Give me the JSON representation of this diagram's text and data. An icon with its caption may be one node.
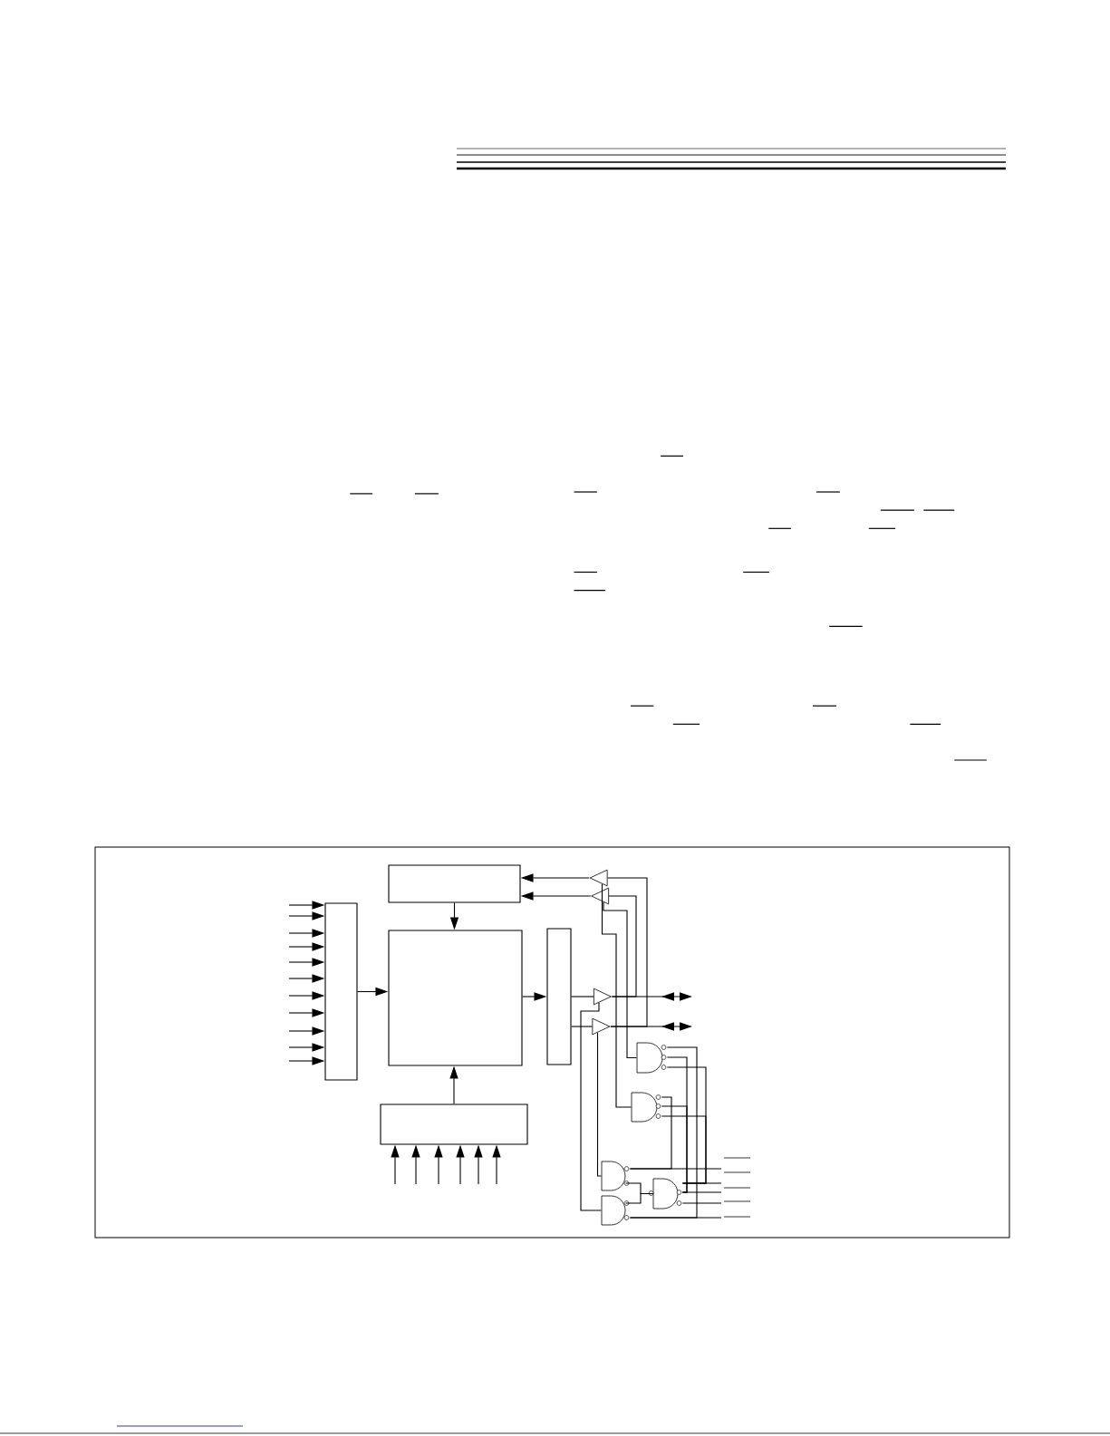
{
  "diagram": {
    "nodes": [
      {
        "text": [],
        "shape": "box"
      },
      {
        "text": [],
        "shape": "box"
      },
      {
        "text": [],
        "shape": "box"
      },
      {
        "text": [],
        "shape": "box"
      },
      {
        "text": [],
        "shape": "box"
      },
      {
        "text": [],
        "shape": "triangle"
      },
      {
        "text": [],
        "shape": "triangle"
      },
      {
        "text": [],
        "shape": "triangle"
      },
      {
        "text": [],
        "shape": "triangle"
      },
      {
        "text": [],
        "shape": "gate"
      },
      {
        "text": [],
        "shape": "gate"
      },
      {
        "text": [],
        "shape": "gate"
      },
      {
        "text": [],
        "shape": "gate"
      },
      {
        "text": [],
        "shape": "gate"
      }
    ],
    "edges": [
      {
        "from": null,
        "to": 1,
        "arrow": "to"
      },
      {
        "from": null,
        "to": 1,
        "arrow": "to"
      },
      {
        "from": null,
        "to": 1,
        "arrow": "to"
      },
      {
        "from": null,
        "to": 1,
        "arrow": "to"
      },
      {
        "from": null,
        "to": 1,
        "arrow": "to"
      },
      {
        "from": null,
        "to": 1,
        "arrow": "to"
      },
      {
        "from": null,
        "to": 1,
        "arrow": "to"
      },
      {
        "from": null,
        "to": 1,
        "arrow": "to"
      },
      {
        "from": null,
        "to": 1,
        "arrow": "to"
      },
      {
        "from": null,
        "to": 1,
        "arrow": "to"
      },
      {
        "from": null,
        "to": 1,
        "arrow": "to"
      },
      {
        "from": 1,
        "to": 2,
        "arrow": "to"
      },
      {
        "from": 0,
        "to": 2,
        "arrow": "to"
      },
      {
        "from": null,
        "to": 4,
        "arrow": "to"
      },
      {
        "from": null,
        "to": 4,
        "arrow": "to"
      },
      {
        "from": null,
        "to": 4,
        "arrow": "to"
      },
      {
        "from": null,
        "to": 4,
        "arrow": "to"
      },
      {
        "from": null,
        "to": 4,
        "arrow": "to"
      },
      {
        "from": null,
        "to": 4,
        "arrow": "to"
      },
      {
        "from": 4,
        "to": 2,
        "arrow": "to"
      },
      {
        "from": 2,
        "to": 3,
        "arrow": "to"
      },
      {
        "from": 3,
        "to": 7,
        "arrow": "none"
      },
      {
        "from": 3,
        "to": 8,
        "arrow": "none"
      },
      {
        "from": 5,
        "to": 0,
        "arrow": "to"
      },
      {
        "from": 6,
        "to": 0,
        "arrow": "to"
      },
      {
        "from": 7,
        "to": null,
        "arrow": "to"
      },
      {
        "from": 8,
        "to": null,
        "arrow": "to"
      },
      {
        "from": 7,
        "to": 6,
        "arrow": "none"
      },
      {
        "from": 8,
        "to": 5,
        "arrow": "none"
      },
      {
        "from": 10,
        "to": 5,
        "arrow": "none"
      },
      {
        "from": 9,
        "to": 6,
        "arrow": "none"
      },
      {
        "from": 12,
        "to": 7,
        "arrow": "none"
      },
      {
        "from": 11,
        "to": 8,
        "arrow": "none"
      },
      {
        "from": 13,
        "to": 11,
        "arrow": "none"
      },
      {
        "from": 13,
        "to": 12,
        "arrow": "none"
      },
      {
        "from": 9,
        "to": 12,
        "arrow": "none"
      },
      {
        "from": 9,
        "to": 13,
        "arrow": "none"
      },
      {
        "from": 9,
        "to": 13,
        "arrow": "none"
      },
      {
        "from": 10,
        "to": 11,
        "arrow": "none"
      },
      {
        "from": 10,
        "to": 13,
        "arrow": "none"
      },
      {
        "from": 10,
        "to": 13,
        "arrow": "none"
      },
      {
        "from": 11,
        "to": null,
        "arrow": "none"
      },
      {
        "from": 13,
        "to": null,
        "arrow": "none"
      },
      {
        "from": 13,
        "to": null,
        "arrow": "none"
      },
      {
        "from": 13,
        "to": null,
        "arrow": "none"
      },
      {
        "from": 12,
        "to": null,
        "arrow": "none"
      }
    ]
  }
}
